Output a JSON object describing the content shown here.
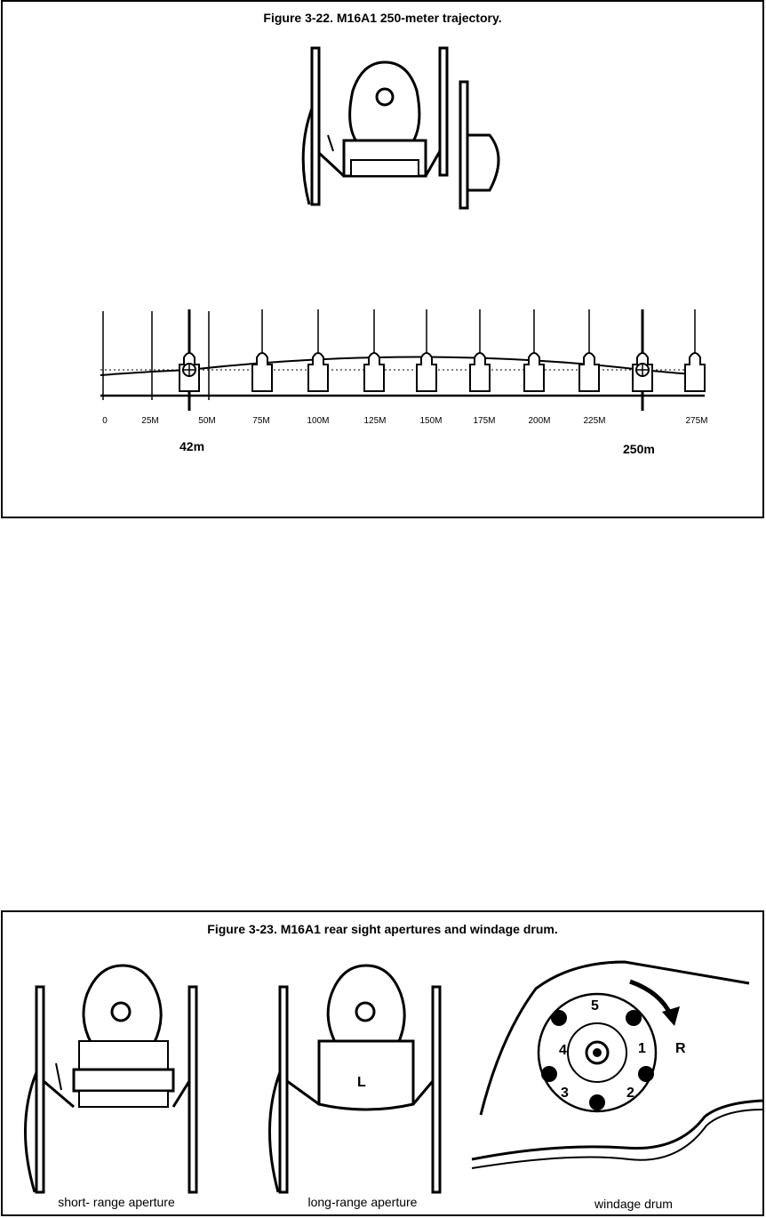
{
  "figure_22": {
    "title": "Figure 3-22. M16A1 250-meter trajectory.",
    "range_labels": [
      "0",
      "25M",
      "50M",
      "75M",
      "100M",
      "125M",
      "150M",
      "175M",
      "200M",
      "225M",
      "275M"
    ],
    "zero_near": "42m",
    "zero_far": "250m"
  },
  "figure_23": {
    "title": "Figure 3-23. M16A1 rear sight apertures and windage drum.",
    "captions": {
      "short": "short- range aperture",
      "long": "long-range aperture",
      "drum": "windage drum"
    },
    "aperture_letter": "L",
    "drum_numbers": [
      "5",
      "4",
      "1",
      "3",
      "2"
    ],
    "drum_letter": "R"
  }
}
